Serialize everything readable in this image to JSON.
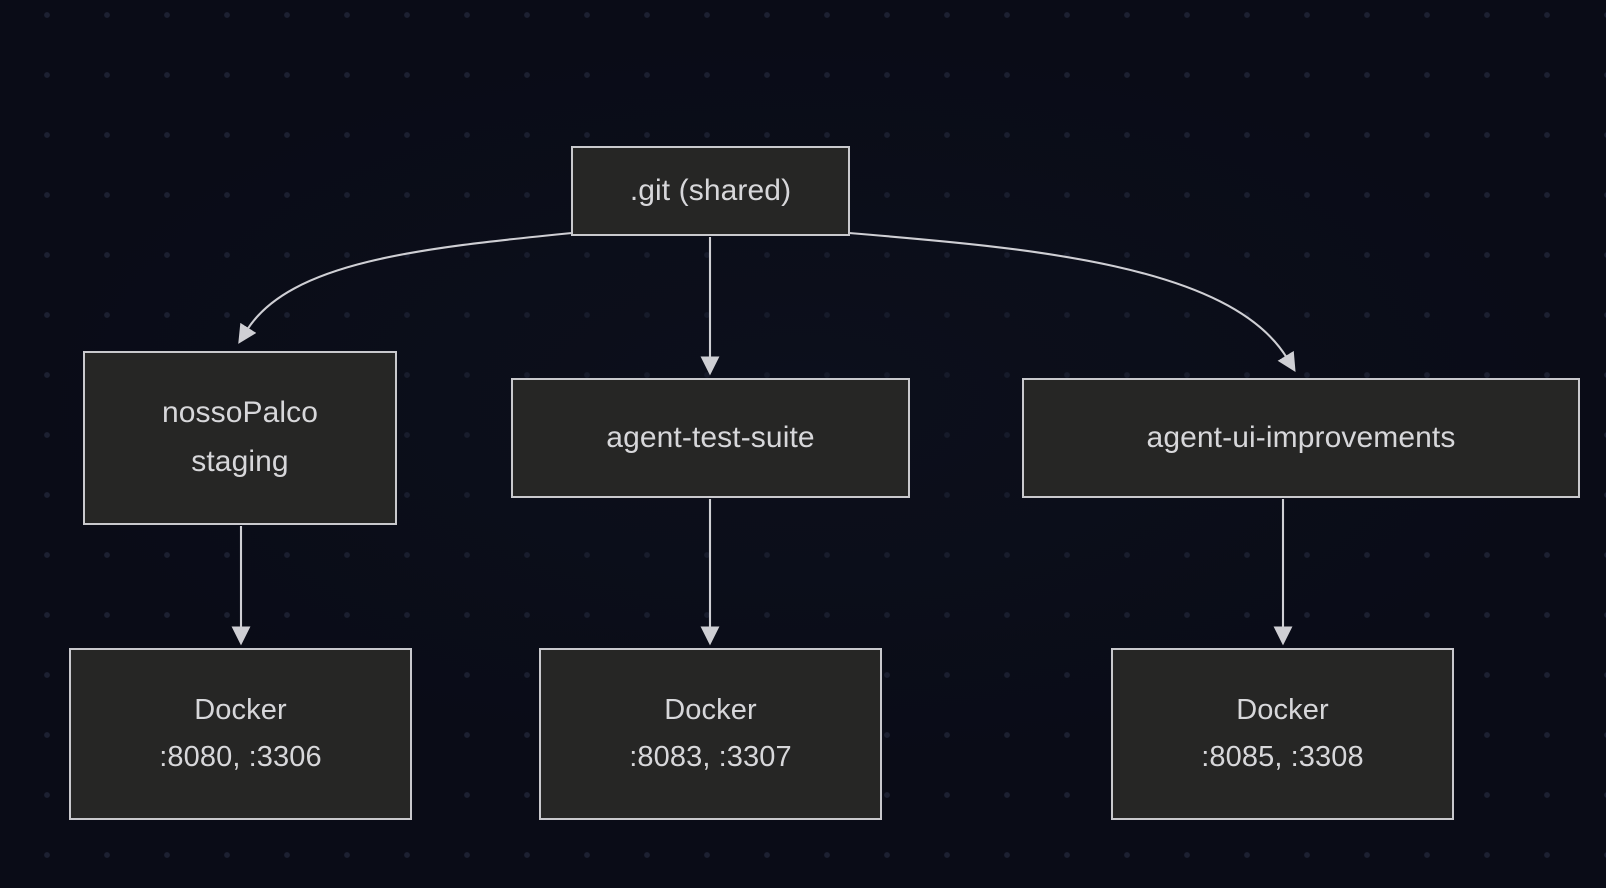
{
  "diagram": {
    "type": "flowchart",
    "orientation": "top-down",
    "background_color": "#0a0c17",
    "node_fill_color": "#262625",
    "node_border_color": "#c9c9cd",
    "text_color": "#d7d7da",
    "edge_color": "#c9c9cd",
    "grid": "dot-grid"
  },
  "nodes": {
    "root": {
      "label": ".git (shared)",
      "lines": [
        ".git (shared)"
      ]
    },
    "worktree_a": {
      "label": "nossoPalco staging",
      "lines": [
        "nossoPalco",
        "staging"
      ],
      "line1": "nossoPalco",
      "line2": "staging"
    },
    "worktree_b": {
      "label": "agent-test-suite",
      "lines": [
        "agent-test-suite"
      ]
    },
    "worktree_c": {
      "label": "agent-ui-improvements",
      "lines": [
        "agent-ui-improvements"
      ]
    },
    "docker_a": {
      "label": "Docker :8080, :3306",
      "title": "Docker",
      "ports": ":8080, :3306"
    },
    "docker_b": {
      "label": "Docker :8083, :3307",
      "title": "Docker",
      "ports": ":8083, :3307"
    },
    "docker_c": {
      "label": "Docker :8085, :3308",
      "title": "Docker",
      "ports": ":8085, :3308"
    }
  },
  "edges": [
    {
      "from": "root",
      "to": "worktree_a",
      "style": "curved",
      "arrow": "triangle"
    },
    {
      "from": "root",
      "to": "worktree_b",
      "style": "straight",
      "arrow": "triangle"
    },
    {
      "from": "root",
      "to": "worktree_c",
      "style": "curved",
      "arrow": "triangle"
    },
    {
      "from": "worktree_a",
      "to": "docker_a",
      "style": "straight",
      "arrow": "triangle"
    },
    {
      "from": "worktree_b",
      "to": "docker_b",
      "style": "straight",
      "arrow": "triangle"
    },
    {
      "from": "worktree_c",
      "to": "docker_c",
      "style": "straight",
      "arrow": "triangle"
    }
  ]
}
